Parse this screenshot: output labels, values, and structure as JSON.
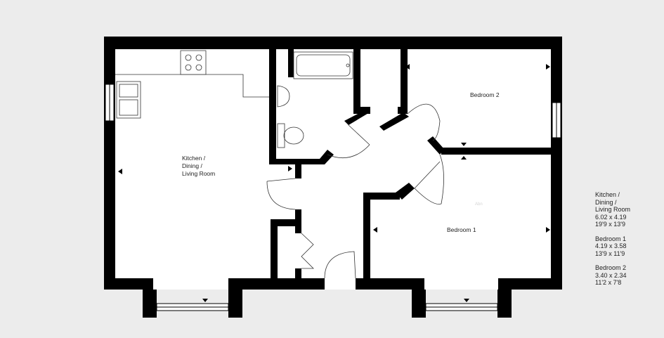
{
  "rooms": {
    "kitchen": {
      "line1": "Kitchen /",
      "line2": "Dining /",
      "line3": "Living Room"
    },
    "bedroom2": {
      "label": "Bedroom 2"
    },
    "bedroom1": {
      "label": "Bedroom 1"
    },
    "faint_mark": "Abn"
  },
  "legend": [
    {
      "name_lines": [
        "Kitchen /",
        "Dining /",
        "Living Room"
      ],
      "metric": "6.02 x 4.19",
      "imperial": "19'9 x 13'9"
    },
    {
      "name_lines": [
        "Bedroom 1"
      ],
      "metric": "4.19 x 3.58",
      "imperial": "13'9 x 11'9"
    },
    {
      "name_lines": [
        "Bedroom 2"
      ],
      "metric": "3.40 x 2.34",
      "imperial": "11'2 x 7'8"
    }
  ],
  "colors": {
    "wall": "#000000",
    "floor": "#ffffff",
    "background": "#ececec",
    "line": "#333333"
  }
}
